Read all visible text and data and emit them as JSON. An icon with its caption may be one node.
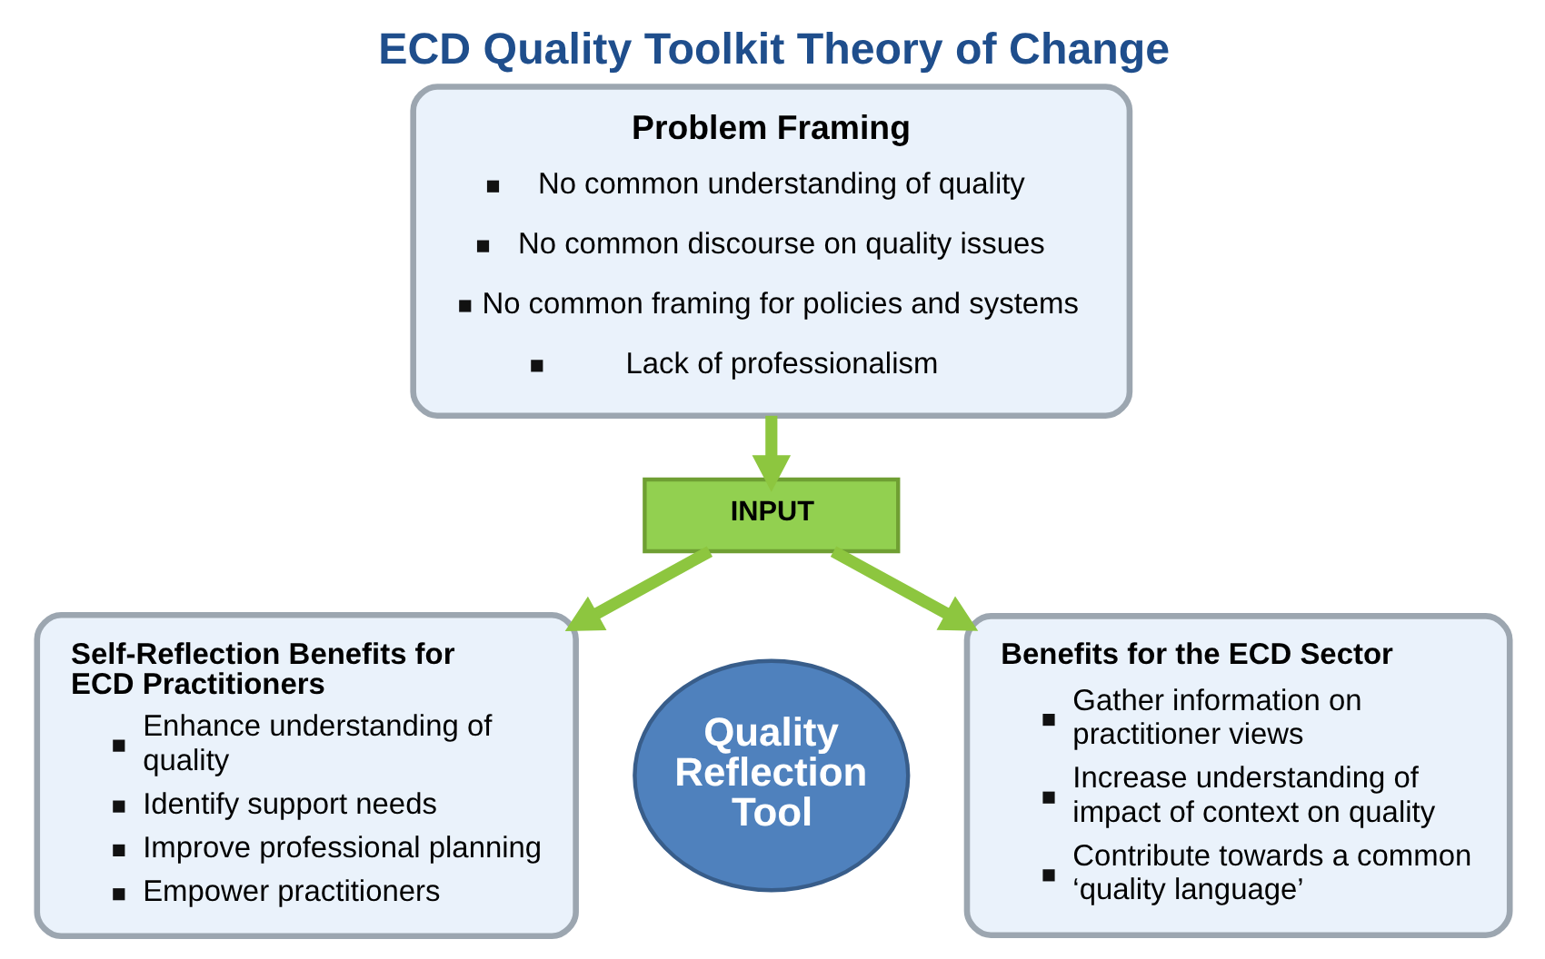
{
  "diagram": {
    "title": "ECD Quality Toolkit Theory of Change",
    "nodes": [
      {
        "text": [
          "Problem Framing",
          "No common understanding of quality",
          "No common discourse on quality issues",
          "No common framing for policies and systems",
          "Lack of professionalism"
        ]
      },
      {
        "text": [
          "Self-Reflection Benefits for ECD Practitioners",
          "Enhance understanding of quality",
          "Identify support needs",
          "Improve professional planning",
          "Empower practitioners"
        ]
      },
      {
        "text": [
          "INPUT"
        ]
      },
      {
        "text": [
          "Benefits for the ECD Sector",
          "Gather information on practitioner views",
          "Increase understanding of impact of context on quality",
          "Contribute towards a common ‘quality language’"
        ]
      },
      {
        "text": [
          "Quality Reflection Tool"
        ]
      }
    ],
    "edges": [
      {
        "from": 0,
        "to": 2,
        "arrow": "to"
      },
      {
        "from": 2,
        "to": 1,
        "arrow": "to"
      },
      {
        "from": 2,
        "to": 3,
        "arrow": "to"
      }
    ]
  }
}
